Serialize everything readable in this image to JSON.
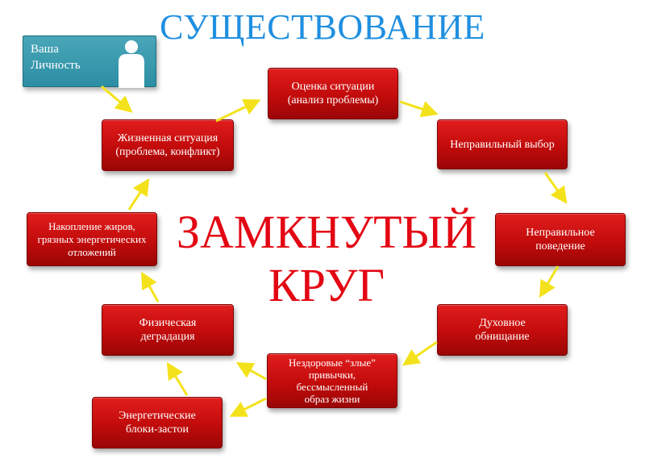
{
  "title": "СУЩЕСТВОВАНИЕ",
  "center": {
    "line1": "ЗАМКНУТЫЙ",
    "line2": "КРУГ"
  },
  "personality": {
    "label": "Ваша\nЛичность",
    "icon": "person-silhouette-icon"
  },
  "nodes": {
    "assessment": "Оценка ситуации\n(анализ проблемы)",
    "wrong_choice": "Неправильный выбор",
    "wrong_behavior": "Неправильное\nповедение",
    "spiritual_poverty": "Духовное\nобнищание",
    "bad_habits": "Нездоровые “злые”\nпривычки,\nбессмысленный\nобраз жизни",
    "energy_blocks": "Энергетические\nблоки-застои",
    "physical_degradation": "Физическая\nдеградация",
    "fat_accumulation": "Накопление жиров,\nгрязных энергетических\nотложений",
    "life_situation": "Жизненная ситуация\n(проблема, конфликт)"
  },
  "colors": {
    "title": "#1f8fe0",
    "center_text": "#e30613",
    "node": "#c20b0b",
    "personality_box": "#2c8ea4",
    "arrow": "#f3e21b"
  }
}
